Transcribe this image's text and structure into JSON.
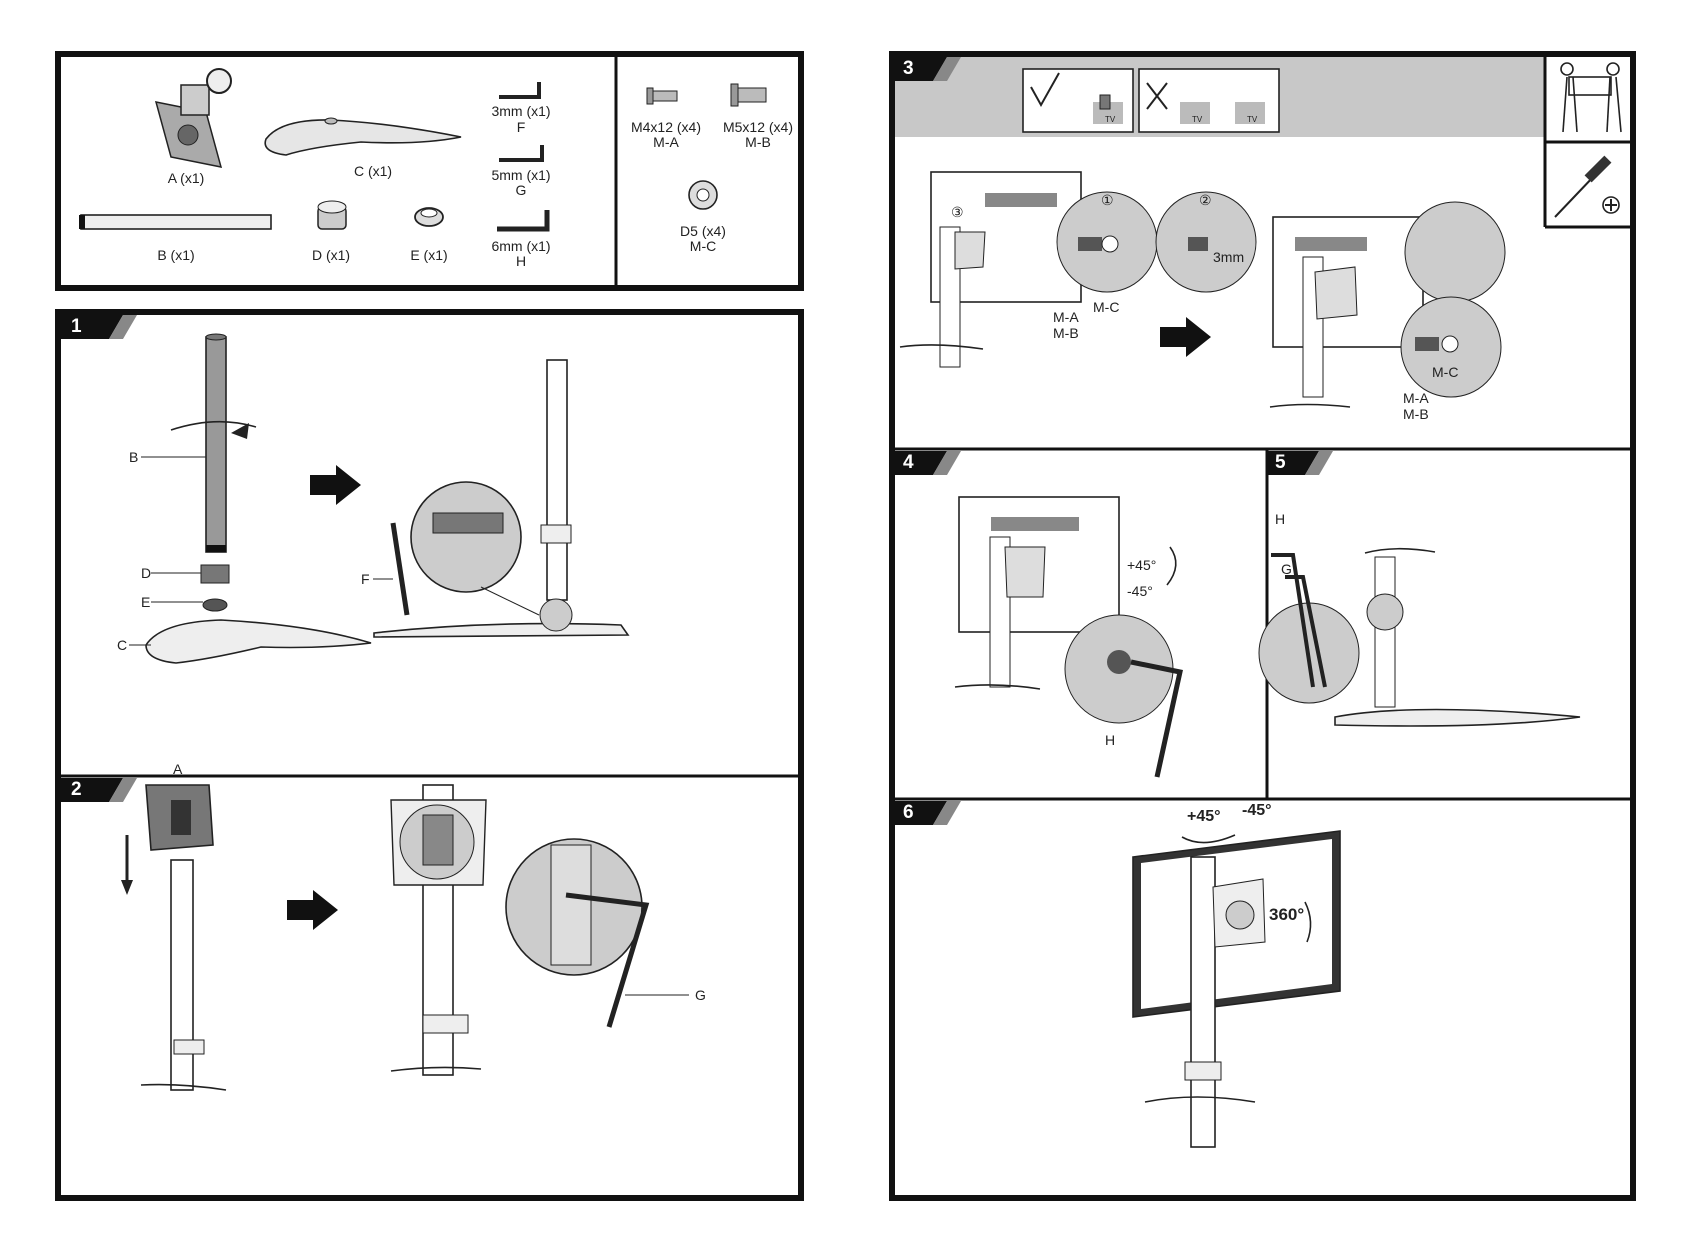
{
  "parts": {
    "a": "A (x1)",
    "b": "B (x1)",
    "c": "C (x1)",
    "d": "D (x1)",
    "e": "E (x1)",
    "f_size": "3mm  (x1)",
    "f_code": "F",
    "g_size": "5mm  (x1)",
    "g_code": "G",
    "h_size": "6mm  (x1)",
    "h_code": "H",
    "ma_qty": "M4x12 (x4)",
    "ma_code": "M-A",
    "mb_qty": "M5x12 (x4)",
    "mb_code": "M-B",
    "mc_qty": "D5 (x4)",
    "mc_code": "M-C"
  },
  "steps": {
    "s1": {
      "number": "1",
      "b": "B",
      "d": "D",
      "e": "E",
      "c": "C",
      "f": "F"
    },
    "s2": {
      "number": "2",
      "a": "A",
      "g": "G"
    },
    "s3": {
      "number": "3",
      "circle3": "③",
      "circle1": "①",
      "circle2": "②",
      "gap": "3mm",
      "ma_left": "M-A",
      "mb_left": "M-B",
      "mc_left": "M-C",
      "ma_right": "M-A",
      "mb_right": "M-B",
      "mc_right": "M-C",
      "tv1": "TV",
      "tv2": "TV",
      "tv3": "TV"
    },
    "s4": {
      "number": "4",
      "plus": "+45°",
      "minus": "-45°",
      "h": "H"
    },
    "s5": {
      "number": "5",
      "h": "H",
      "g": "G"
    },
    "s6": {
      "number": "6",
      "plus": "+45°",
      "minus": "-45°",
      "rot": "360°"
    }
  }
}
